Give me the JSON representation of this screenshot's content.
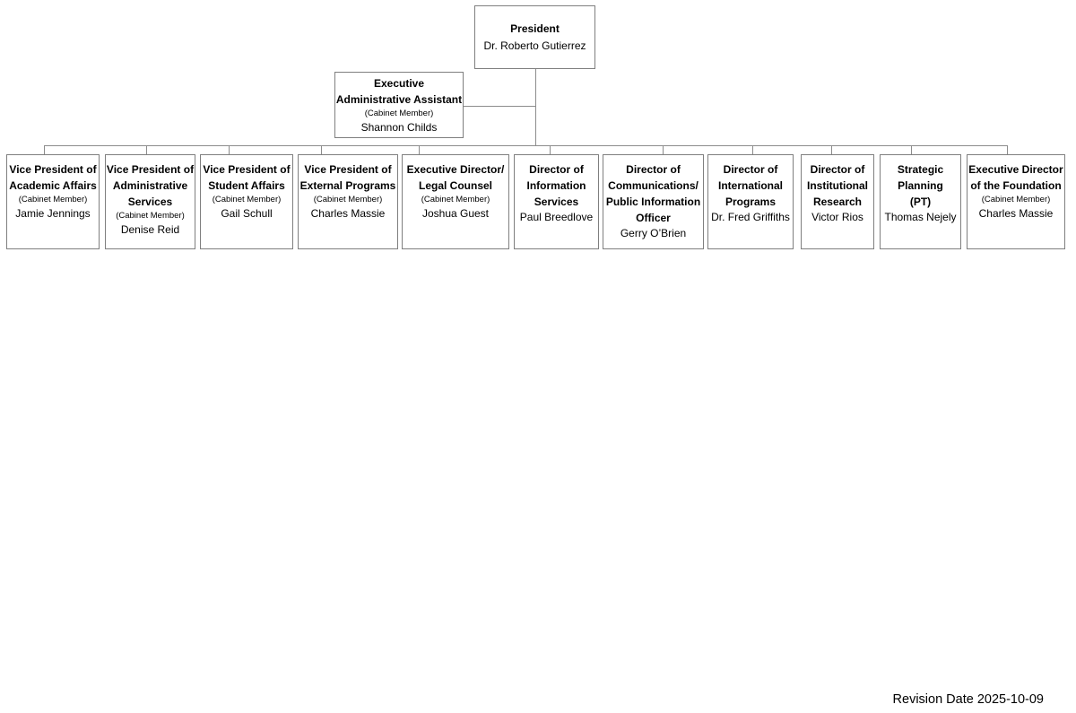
{
  "org": {
    "president": {
      "title": "President",
      "name": "Dr. Roberto Gutierrez"
    },
    "assistant": {
      "title_lines": [
        "Executive",
        "Administrative Assistant"
      ],
      "cabinet": "(Cabinet Member)",
      "name": "Shannon Childs"
    },
    "reports": [
      {
        "title_lines": [
          "Vice President of",
          "Academic Affairs"
        ],
        "cabinet": "(Cabinet Member)",
        "name": "Jamie Jennings"
      },
      {
        "title_lines": [
          "Vice President of",
          "Administrative",
          "Services"
        ],
        "cabinet": "(Cabinet Member)",
        "name": "Denise Reid"
      },
      {
        "title_lines": [
          "Vice President of",
          "Student Affairs"
        ],
        "cabinet": "(Cabinet Member)",
        "name": "Gail Schull"
      },
      {
        "title_lines": [
          "Vice President of",
          "External Programs"
        ],
        "cabinet": "(Cabinet Member)",
        "name": "Charles Massie"
      },
      {
        "title_lines": [
          "Executive Director/",
          "Legal Counsel"
        ],
        "cabinet": "(Cabinet Member)",
        "name": "Joshua Guest"
      },
      {
        "title_lines": [
          "Director of",
          "Information",
          "Services"
        ],
        "name": "Paul Breedlove"
      },
      {
        "title_lines": [
          "Director of",
          "Communications/",
          "Public Information",
          "Officer"
        ],
        "name": "Gerry O’Brien"
      },
      {
        "title_lines": [
          "Director of",
          "International",
          "Programs"
        ],
        "name": "Dr. Fred Griffiths"
      },
      {
        "title_lines": [
          "Director of",
          "Institutional",
          "Research"
        ],
        "name": "Victor Rios"
      },
      {
        "title_lines": [
          "Strategic",
          "Planning",
          "(PT)"
        ],
        "name": "Thomas Nejely"
      },
      {
        "title_lines": [
          "Executive Director",
          "of the Foundation"
        ],
        "cabinet": "(Cabinet Member)",
        "name": "Charles Massie"
      }
    ],
    "revision_date": "Revision Date 2025-10-09"
  },
  "colors": {
    "background": "#ffffff",
    "box_border": "#7f7f7f",
    "connector": "#8c8c8c",
    "text": "#000000"
  }
}
